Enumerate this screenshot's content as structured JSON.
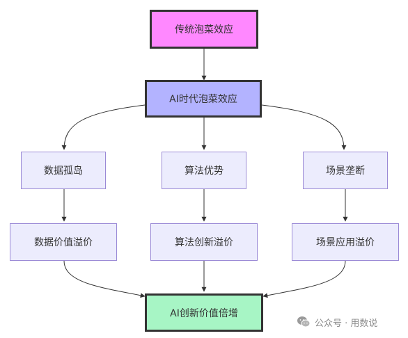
{
  "nodes": {
    "traditional": {
      "label": "传统泡菜效应",
      "fill": "#ff88ff"
    },
    "ai_era": {
      "label": "AI时代泡菜效应",
      "fill": "#b3b3ff"
    },
    "data_silo": {
      "label": "数据孤岛"
    },
    "algo_adv": {
      "label": "算法优势"
    },
    "scene_barrier": {
      "label": "场景垄断"
    },
    "data_premium": {
      "label": "数据价值溢价"
    },
    "algo_premium": {
      "label": "算法创新溢价"
    },
    "scene_premium": {
      "label": "场景应用溢价"
    },
    "ai_value": {
      "label": "AI创新价值倍增",
      "fill": "#a7f5c5"
    }
  },
  "watermark": {
    "text": "公众号 · 用数说",
    "icon": "wechat-icon"
  },
  "colors": {
    "edge": "#333333",
    "thin_border": "#9a89d6",
    "thin_fill": "#ececfd"
  }
}
